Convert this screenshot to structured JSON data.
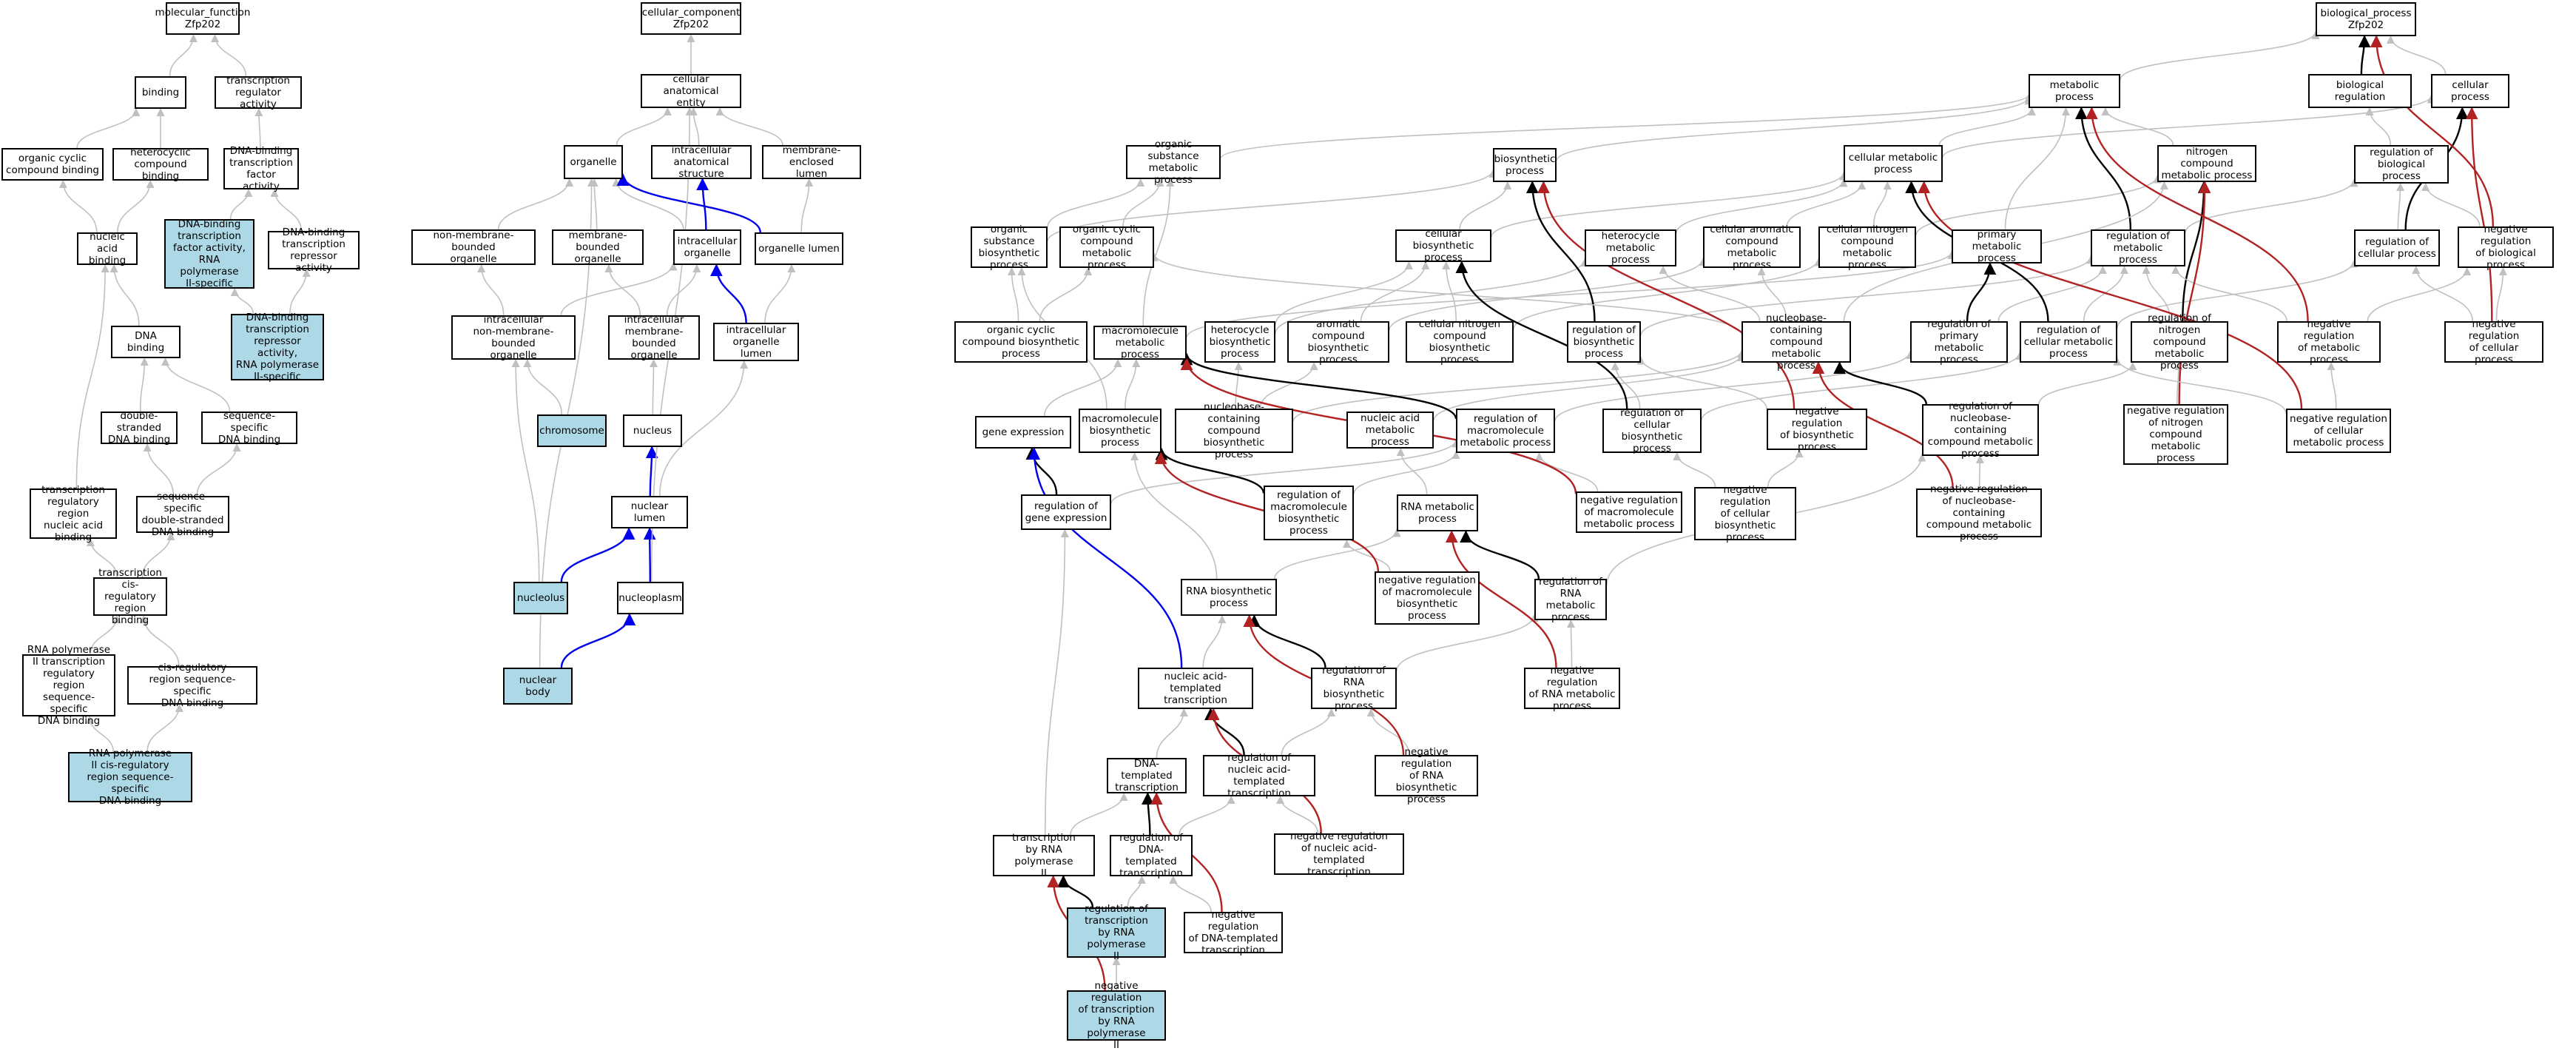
{
  "colors": {
    "gray": "#c0c0c0",
    "black": "#000000",
    "blue": "#0000ee",
    "red": "#b22222",
    "highlight": "#add8e6"
  },
  "nodes": [
    {
      "id": "mf",
      "label": "molecular_function\nZfp202",
      "hl": false
    },
    {
      "id": "binding",
      "label": "binding",
      "hl": false
    },
    {
      "id": "tra",
      "label": "transcription\nregulator activity",
      "hl": false
    },
    {
      "id": "occb",
      "label": "organic cyclic\ncompound binding",
      "hl": false
    },
    {
      "id": "hcb",
      "label": "heterocyclic\ncompound binding",
      "hl": false
    },
    {
      "id": "dbtfa",
      "label": "DNA-binding\ntranscription\nfactor activity",
      "hl": false
    },
    {
      "id": "nab",
      "label": "nucleic acid\nbinding",
      "hl": false
    },
    {
      "id": "dbtfa2",
      "label": "DNA-binding\ntranscription\nfactor activity,\nRNA polymerase\nII-specific",
      "hl": true
    },
    {
      "id": "dbtra",
      "label": "DNA-binding\ntranscription\nrepressor activity",
      "hl": false
    },
    {
      "id": "dbtra2",
      "label": "DNA-binding\ntranscription\nrepressor activity,\nRNA polymerase\nII-specific",
      "hl": true
    },
    {
      "id": "dnab",
      "label": "DNA binding",
      "hl": false
    },
    {
      "id": "dsdb",
      "label": "double-stranded\nDNA binding",
      "hl": false
    },
    {
      "id": "ssdb",
      "label": "sequence-specific\nDNA binding",
      "hl": false
    },
    {
      "id": "trrnab",
      "label": "transcription\nregulatory region\nnucleic acid\nbinding",
      "hl": false
    },
    {
      "id": "ssdsdb",
      "label": "sequence-specific\ndouble-stranded\nDNA binding",
      "hl": false
    },
    {
      "id": "tcrrb",
      "label": "transcription\ncis-regulatory\nregion binding",
      "hl": false
    },
    {
      "id": "rp2trr",
      "label": "RNA polymerase\nII transcription\nregulatory region\nsequence-specific\nDNA binding",
      "hl": false
    },
    {
      "id": "crrss",
      "label": "cis-regulatory\nregion sequence-specific\nDNA binding",
      "hl": false
    },
    {
      "id": "rp2crr",
      "label": "RNA polymerase\nII cis-regulatory\nregion sequence-specific\nDNA binding",
      "hl": true
    },
    {
      "id": "cc",
      "label": "cellular_component\nZfp202",
      "hl": false
    },
    {
      "id": "cae",
      "label": "cellular anatomical\nentity",
      "hl": false
    },
    {
      "id": "organelle",
      "label": "organelle",
      "hl": false
    },
    {
      "id": "ias",
      "label": "intracellular\nanatomical structure",
      "hl": false
    },
    {
      "id": "mel",
      "label": "membrane-enclosed\nlumen",
      "hl": false
    },
    {
      "id": "nmbo",
      "label": "non-membrane-bounded\norganelle",
      "hl": false
    },
    {
      "id": "mbo",
      "label": "membrane-bounded\norganelle",
      "hl": false
    },
    {
      "id": "io",
      "label": "intracellular\norganelle",
      "hl": false
    },
    {
      "id": "ol",
      "label": "organelle lumen",
      "hl": false
    },
    {
      "id": "inmbo",
      "label": "intracellular\nnon-membrane-bounded\norganelle",
      "hl": false
    },
    {
      "id": "imbo",
      "label": "intracellular\nmembrane-bounded\norganelle",
      "hl": false
    },
    {
      "id": "iol",
      "label": "intracellular\norganelle lumen",
      "hl": false
    },
    {
      "id": "chromosome",
      "label": "chromosome",
      "hl": true
    },
    {
      "id": "nucleus",
      "label": "nucleus",
      "hl": false
    },
    {
      "id": "nl",
      "label": "nuclear lumen",
      "hl": false
    },
    {
      "id": "nucleolus",
      "label": "nucleolus",
      "hl": true
    },
    {
      "id": "nucleoplasm",
      "label": "nucleoplasm",
      "hl": false
    },
    {
      "id": "nb",
      "label": "nuclear body",
      "hl": true
    },
    {
      "id": "bp",
      "label": "biological_process\nZfp202",
      "hl": false
    },
    {
      "id": "metp",
      "label": "metabolic process",
      "hl": false
    },
    {
      "id": "breg",
      "label": "biological regulation",
      "hl": false
    },
    {
      "id": "cellp",
      "label": "cellular process",
      "hl": false
    },
    {
      "id": "osmp",
      "label": "organic substance\nmetabolic process",
      "hl": false
    },
    {
      "id": "biop",
      "label": "biosynthetic\nprocess",
      "hl": false
    },
    {
      "id": "cmp",
      "label": "cellular metabolic\nprocess",
      "hl": false
    },
    {
      "id": "ncmp",
      "label": "nitrogen compound\nmetabolic process",
      "hl": false
    },
    {
      "id": "rbp",
      "label": "regulation of\nbiological process",
      "hl": false
    },
    {
      "id": "osbp",
      "label": "organic substance\nbiosynthetic\nprocess",
      "hl": false
    },
    {
      "id": "occmp",
      "label": "organic cyclic\ncompound metabolic\nprocess",
      "hl": false
    },
    {
      "id": "cbp",
      "label": "cellular biosynthetic\nprocess",
      "hl": false
    },
    {
      "id": "hmp",
      "label": "heterocycle\nmetabolic process",
      "hl": false
    },
    {
      "id": "cacmp",
      "label": "cellular aromatic\ncompound metabolic\nprocess",
      "hl": false
    },
    {
      "id": "cncmp",
      "label": "cellular nitrogen\ncompound metabolic\nprocess",
      "hl": false
    },
    {
      "id": "pmp",
      "label": "primary metabolic\nprocess",
      "hl": false
    },
    {
      "id": "rmp",
      "label": "regulation of\nmetabolic process",
      "hl": false
    },
    {
      "id": "rcp",
      "label": "regulation of\ncellular process",
      "hl": false
    },
    {
      "id": "nrbp",
      "label": "negative regulation\nof biological\nprocess",
      "hl": false
    },
    {
      "id": "occbp",
      "label": "organic cyclic\ncompound biosynthetic\nprocess",
      "hl": false
    },
    {
      "id": "mmp",
      "label": "macromolecule\nmetabolic process",
      "hl": false
    },
    {
      "id": "hbp",
      "label": "heterocycle\nbiosynthetic\nprocess",
      "hl": false
    },
    {
      "id": "acbp",
      "label": "aromatic compound\nbiosynthetic\nprocess",
      "hl": false
    },
    {
      "id": "cncbp",
      "label": "cellular nitrogen\ncompound biosynthetic\nprocess",
      "hl": false
    },
    {
      "id": "rbiop",
      "label": "regulation of\nbiosynthetic\nprocess",
      "hl": false
    },
    {
      "id": "nbcmp",
      "label": "nucleobase-containing\ncompound metabolic\nprocess",
      "hl": false
    },
    {
      "id": "rpmp",
      "label": "regulation of\nprimary metabolic\nprocess",
      "hl": false
    },
    {
      "id": "rcmp",
      "label": "regulation of\ncellular metabolic\nprocess",
      "hl": false
    },
    {
      "id": "rncmp",
      "label": "regulation of\nnitrogen compound\nmetabolic process",
      "hl": false
    },
    {
      "id": "nrmp",
      "label": "negative regulation\nof metabolic\nprocess",
      "hl": false
    },
    {
      "id": "nrcp",
      "label": "negative regulation\nof cellular\nprocess",
      "hl": false
    },
    {
      "id": "ge",
      "label": "gene expression",
      "hl": false
    },
    {
      "id": "mbp",
      "label": "macromolecule\nbiosynthetic\nprocess",
      "hl": false
    },
    {
      "id": "nbcbp",
      "label": "nucleobase-containing\ncompound biosynthetic\nprocess",
      "hl": false
    },
    {
      "id": "namp",
      "label": "nucleic acid\nmetabolic process",
      "hl": false
    },
    {
      "id": "rmmp",
      "label": "regulation of\nmacromolecule\nmetabolic process",
      "hl": false
    },
    {
      "id": "rcbp",
      "label": "regulation of\ncellular biosynthetic\nprocess",
      "hl": false
    },
    {
      "id": "nrbiop",
      "label": "negative regulation\nof biosynthetic\nprocess",
      "hl": false
    },
    {
      "id": "rnbcmp",
      "label": "regulation of\nnucleobase-containing\ncompound metabolic\nprocess",
      "hl": false
    },
    {
      "id": "nrncmp",
      "label": "negative regulation\nof nitrogen\ncompound metabolic\nprocess",
      "hl": false
    },
    {
      "id": "nrcmp",
      "label": "negative regulation\nof cellular\nmetabolic process",
      "hl": false
    },
    {
      "id": "rge",
      "label": "regulation of\ngene expression",
      "hl": false
    },
    {
      "id": "rmbp",
      "label": "regulation of\nmacromolecule\nbiosynthetic\nprocess",
      "hl": false
    },
    {
      "id": "rnamp",
      "label": "RNA metabolic\nprocess",
      "hl": false
    },
    {
      "id": "nrmmp",
      "label": "negative regulation\nof macromolecule\nmetabolic process",
      "hl": false
    },
    {
      "id": "nrcbp",
      "label": "negative regulation\nof cellular\nbiosynthetic\nprocess",
      "hl": false
    },
    {
      "id": "nrnbcmp",
      "label": "negative regulation\nof nucleobase-containing\ncompound metabolic\nprocess",
      "hl": false
    },
    {
      "id": "rnabp",
      "label": "RNA biosynthetic\nprocess",
      "hl": false
    },
    {
      "id": "nrmbp",
      "label": "negative regulation\nof macromolecule\nbiosynthetic\nprocess",
      "hl": false
    },
    {
      "id": "rrmp",
      "label": "regulation of\nRNA metabolic\nprocess",
      "hl": false
    },
    {
      "id": "natt",
      "label": "nucleic acid-templated\ntranscription",
      "hl": false
    },
    {
      "id": "rrbp",
      "label": "regulation of\nRNA biosynthetic\nprocess",
      "hl": false
    },
    {
      "id": "nrrmp",
      "label": "negative regulation\nof RNA metabolic\nprocess",
      "hl": false
    },
    {
      "id": "dtt",
      "label": "DNA-templated\ntranscription",
      "hl": false
    },
    {
      "id": "rnatt",
      "label": "regulation of\nnucleic acid-templated\ntranscription",
      "hl": false
    },
    {
      "id": "nrrbp",
      "label": "negative regulation\nof RNA biosynthetic\nprocess",
      "hl": false
    },
    {
      "id": "trp2",
      "label": "transcription\nby RNA polymerase\nII",
      "hl": false
    },
    {
      "id": "rdtt",
      "label": "regulation of\nDNA-templated\ntranscription",
      "hl": false
    },
    {
      "id": "nrnatt",
      "label": "negative regulation\nof nucleic acid-templated\ntranscription",
      "hl": false
    },
    {
      "id": "rtrp2",
      "label": "regulation of\ntranscription\nby RNA polymerase\nII",
      "hl": true
    },
    {
      "id": "nrdtt",
      "label": "negative regulation\nof DNA-templated\ntranscription",
      "hl": false
    },
    {
      "id": "nrtrp2",
      "label": "negative regulation\nof transcription\nby RNA polymerase\nII",
      "hl": true
    }
  ],
  "edges": [
    [
      "binding",
      "mf",
      "gray"
    ],
    [
      "tra",
      "mf",
      "gray"
    ],
    [
      "occb",
      "binding",
      "gray"
    ],
    [
      "hcb",
      "binding",
      "gray"
    ],
    [
      "dbtfa",
      "tra",
      "gray"
    ],
    [
      "nab",
      "occb",
      "gray"
    ],
    [
      "nab",
      "hcb",
      "gray"
    ],
    [
      "dbtfa2",
      "dbtfa",
      "gray"
    ],
    [
      "dbtra",
      "dbtfa",
      "gray"
    ],
    [
      "dbtra2",
      "dbtfa2",
      "gray"
    ],
    [
      "dbtra2",
      "dbtra",
      "gray"
    ],
    [
      "dnab",
      "nab",
      "gray"
    ],
    [
      "dsdb",
      "dnab",
      "gray"
    ],
    [
      "ssdb",
      "dnab",
      "gray"
    ],
    [
      "trrnab",
      "nab",
      "gray"
    ],
    [
      "ssdsdb",
      "dsdb",
      "gray"
    ],
    [
      "ssdsdb",
      "ssdb",
      "gray"
    ],
    [
      "tcrrb",
      "trrnab",
      "gray"
    ],
    [
      "tcrrb",
      "ssdsdb",
      "gray"
    ],
    [
      "rp2trr",
      "tcrrb",
      "gray"
    ],
    [
      "crrss",
      "tcrrb",
      "gray"
    ],
    [
      "rp2crr",
      "rp2trr",
      "gray"
    ],
    [
      "rp2crr",
      "crrss",
      "gray"
    ],
    [
      "cae",
      "cc",
      "gray"
    ],
    [
      "organelle",
      "cae",
      "gray"
    ],
    [
      "ias",
      "cae",
      "gray"
    ],
    [
      "mel",
      "cae",
      "gray"
    ],
    [
      "nmbo",
      "organelle",
      "gray"
    ],
    [
      "mbo",
      "organelle",
      "gray"
    ],
    [
      "io",
      "organelle",
      "gray"
    ],
    [
      "io",
      "ias",
      "blue"
    ],
    [
      "ol",
      "organelle",
      "blue"
    ],
    [
      "ol",
      "mel",
      "gray"
    ],
    [
      "inmbo",
      "nmbo",
      "gray"
    ],
    [
      "inmbo",
      "io",
      "gray"
    ],
    [
      "imbo",
      "mbo",
      "gray"
    ],
    [
      "imbo",
      "io",
      "gray"
    ],
    [
      "iol",
      "io",
      "blue"
    ],
    [
      "iol",
      "ol",
      "gray"
    ],
    [
      "chromosome",
      "inmbo",
      "gray"
    ],
    [
      "nucleus",
      "imbo",
      "gray"
    ],
    [
      "nl",
      "nucleus",
      "blue"
    ],
    [
      "nl",
      "iol",
      "gray"
    ],
    [
      "nucleolus",
      "nl",
      "blue"
    ],
    [
      "nucleolus",
      "inmbo",
      "gray"
    ],
    [
      "nucleoplasm",
      "nl",
      "blue"
    ],
    [
      "nucleoplasm",
      "cae",
      "gray"
    ],
    [
      "nb",
      "nucleoplasm",
      "blue"
    ],
    [
      "nb",
      "organelle",
      "gray"
    ],
    [
      "metp",
      "bp",
      "gray"
    ],
    [
      "breg",
      "bp",
      "black"
    ],
    [
      "cellp",
      "bp",
      "gray"
    ],
    [
      "osmp",
      "metp",
      "gray"
    ],
    [
      "biop",
      "metp",
      "gray"
    ],
    [
      "cmp",
      "metp",
      "gray"
    ],
    [
      "cmp",
      "cellp",
      "gray"
    ],
    [
      "ncmp",
      "metp",
      "gray"
    ],
    [
      "rbp",
      "breg",
      "gray"
    ],
    [
      "osbp",
      "osmp",
      "gray"
    ],
    [
      "osbp",
      "biop",
      "gray"
    ],
    [
      "occmp",
      "osmp",
      "gray"
    ],
    [
      "cbp",
      "biop",
      "gray"
    ],
    [
      "cbp",
      "cmp",
      "gray"
    ],
    [
      "hmp",
      "cmp",
      "gray"
    ],
    [
      "cacmp",
      "cmp",
      "gray"
    ],
    [
      "cncmp",
      "cmp",
      "gray"
    ],
    [
      "cncmp",
      "ncmp",
      "gray"
    ],
    [
      "pmp",
      "metp",
      "gray"
    ],
    [
      "rmp",
      "metp",
      "black"
    ],
    [
      "rmp",
      "rbp",
      "gray"
    ],
    [
      "rcp",
      "rbp",
      "gray"
    ],
    [
      "rcp",
      "cellp",
      "black"
    ],
    [
      "nrbp",
      "rbp",
      "gray"
    ],
    [
      "nrbp",
      "bp",
      "red"
    ],
    [
      "occbp",
      "osbp",
      "gray"
    ],
    [
      "occbp",
      "occmp",
      "gray"
    ],
    [
      "mmp",
      "osmp",
      "gray"
    ],
    [
      "mmp",
      "pmp",
      "gray"
    ],
    [
      "hbp",
      "hmp",
      "gray"
    ],
    [
      "hbp",
      "cbp",
      "gray"
    ],
    [
      "acbp",
      "cacmp",
      "gray"
    ],
    [
      "acbp",
      "cbp",
      "gray"
    ],
    [
      "cncbp",
      "cncmp",
      "gray"
    ],
    [
      "cncbp",
      "cbp",
      "gray"
    ],
    [
      "rbiop",
      "biop",
      "black"
    ],
    [
      "rbiop",
      "rmp",
      "gray"
    ],
    [
      "nbcmp",
      "hmp",
      "gray"
    ],
    [
      "nbcmp",
      "cacmp",
      "gray"
    ],
    [
      "nbcmp",
      "occmp",
      "gray"
    ],
    [
      "nbcmp",
      "ncmp",
      "gray"
    ],
    [
      "rpmp",
      "pmp",
      "black"
    ],
    [
      "rpmp",
      "rmp",
      "gray"
    ],
    [
      "rcmp",
      "rmp",
      "gray"
    ],
    [
      "rcmp",
      "rcp",
      "gray"
    ],
    [
      "rcmp",
      "cmp",
      "black"
    ],
    [
      "rncmp",
      "rmp",
      "gray"
    ],
    [
      "rncmp",
      "ncmp",
      "black"
    ],
    [
      "nrmp",
      "rmp",
      "gray"
    ],
    [
      "nrmp",
      "nrbp",
      "gray"
    ],
    [
      "nrmp",
      "metp",
      "red"
    ],
    [
      "nrcp",
      "rcp",
      "gray"
    ],
    [
      "nrcp",
      "nrbp",
      "gray"
    ],
    [
      "nrcp",
      "cellp",
      "red"
    ],
    [
      "ge",
      "mmp",
      "gray"
    ],
    [
      "mbp",
      "mmp",
      "gray"
    ],
    [
      "mbp",
      "osbp",
      "gray"
    ],
    [
      "nbcbp",
      "nbcmp",
      "gray"
    ],
    [
      "nbcbp",
      "hbp",
      "gray"
    ],
    [
      "nbcbp",
      "acbp",
      "gray"
    ],
    [
      "namp",
      "nbcmp",
      "gray"
    ],
    [
      "rmmp",
      "mmp",
      "black"
    ],
    [
      "rmmp",
      "rpmp",
      "gray"
    ],
    [
      "rcbp",
      "cbp",
      "black"
    ],
    [
      "rcbp",
      "rbiop",
      "gray"
    ],
    [
      "rcbp",
      "rcmp",
      "gray"
    ],
    [
      "nrbiop",
      "rbiop",
      "gray"
    ],
    [
      "nrbiop",
      "biop",
      "red"
    ],
    [
      "rnbcmp",
      "nbcmp",
      "black"
    ],
    [
      "rnbcmp",
      "rncmp",
      "gray"
    ],
    [
      "nrncmp",
      "rncmp",
      "gray"
    ],
    [
      "nrncmp",
      "ncmp",
      "red"
    ],
    [
      "nrcmp",
      "rcmp",
      "gray"
    ],
    [
      "nrcmp",
      "nrmp",
      "gray"
    ],
    [
      "nrcmp",
      "cmp",
      "red"
    ],
    [
      "rge",
      "ge",
      "black"
    ],
    [
      "rge",
      "rmmp",
      "gray"
    ],
    [
      "rmbp",
      "mbp",
      "black"
    ],
    [
      "rmbp",
      "rmmp",
      "gray"
    ],
    [
      "rnamp",
      "namp",
      "gray"
    ],
    [
      "nrmmp",
      "rmmp",
      "gray"
    ],
    [
      "nrmmp",
      "mmp",
      "red"
    ],
    [
      "nrcbp",
      "rcbp",
      "gray"
    ],
    [
      "nrcbp",
      "nrbiop",
      "gray"
    ],
    [
      "nrnbcmp",
      "rnbcmp",
      "gray"
    ],
    [
      "nrnbcmp",
      "nbcmp",
      "red"
    ],
    [
      "rnabp",
      "rnamp",
      "gray"
    ],
    [
      "rnabp",
      "mbp",
      "gray"
    ],
    [
      "nrmbp",
      "rmbp",
      "gray"
    ],
    [
      "nrmbp",
      "mbp",
      "red"
    ],
    [
      "rrmp",
      "rnamp",
      "black"
    ],
    [
      "rrmp",
      "rnbcmp",
      "gray"
    ],
    [
      "natt",
      "rnabp",
      "gray"
    ],
    [
      "natt",
      "ge",
      "blue"
    ],
    [
      "rrbp",
      "rnabp",
      "black"
    ],
    [
      "rrbp",
      "rrmp",
      "gray"
    ],
    [
      "nrrmp",
      "rrmp",
      "gray"
    ],
    [
      "nrrmp",
      "rnamp",
      "red"
    ],
    [
      "dtt",
      "natt",
      "gray"
    ],
    [
      "rnatt",
      "natt",
      "black"
    ],
    [
      "rnatt",
      "rrbp",
      "gray"
    ],
    [
      "nrrbp",
      "rrbp",
      "gray"
    ],
    [
      "nrrbp",
      "rnabp",
      "red"
    ],
    [
      "trp2",
      "dtt",
      "gray"
    ],
    [
      "trp2",
      "rge",
      "gray"
    ],
    [
      "rdtt",
      "dtt",
      "black"
    ],
    [
      "rdtt",
      "rnatt",
      "gray"
    ],
    [
      "nrnatt",
      "rnatt",
      "gray"
    ],
    [
      "nrnatt",
      "natt",
      "red"
    ],
    [
      "rtrp2",
      "trp2",
      "black"
    ],
    [
      "rtrp2",
      "rdtt",
      "gray"
    ],
    [
      "nrdtt",
      "rdtt",
      "gray"
    ],
    [
      "nrdtt",
      "dtt",
      "red"
    ],
    [
      "nrtrp2",
      "rtrp2",
      "gray"
    ],
    [
      "nrtrp2",
      "trp2",
      "red"
    ]
  ]
}
